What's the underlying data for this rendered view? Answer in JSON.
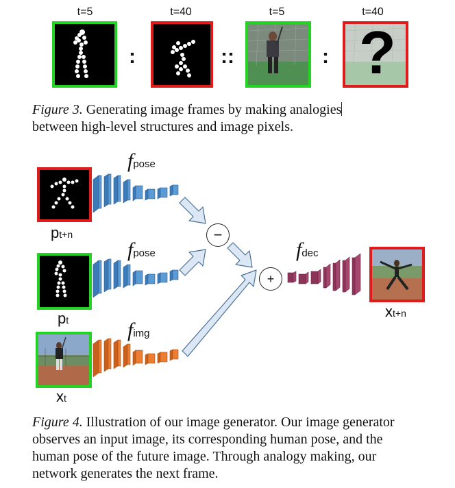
{
  "fig3": {
    "labels": [
      "t=5",
      "t=40",
      "t=5",
      "t=40"
    ],
    "sep1": ":",
    "sep2": "::",
    "sep3": ":",
    "question": "?",
    "caption_label": "Figure 3.",
    "caption_text": " Generating image frames by making analogies",
    "caption_text2": "between high-level structures and image pixels."
  },
  "fig4": {
    "f_symbol": "f",
    "enc_pose_top": "pose",
    "enc_pose_mid": "pose",
    "enc_img": "img",
    "dec": "dec",
    "minus": "−",
    "plus": "+",
    "p_tn_main": "p",
    "p_tn_sub": "t+n",
    "p_t_main": "p",
    "p_t_sub": "t",
    "x_t_main": "x",
    "x_t_sub": "t",
    "x_tn_main": "x",
    "x_tn_sub": "t+n",
    "caption_label": "Figure 4.",
    "caption_lines": [
      " Illustration of our image generator. Our image generator",
      "observes an input image, its corresponding human pose, and the",
      "human pose of the future image.  Through analogy making, our",
      "network generates the next frame."
    ]
  },
  "colors": {
    "green": "#23d423",
    "red": "#e01b1b",
    "blue": "#5b9bd5",
    "orange": "#ed7d31",
    "purple": "#a5466e"
  }
}
